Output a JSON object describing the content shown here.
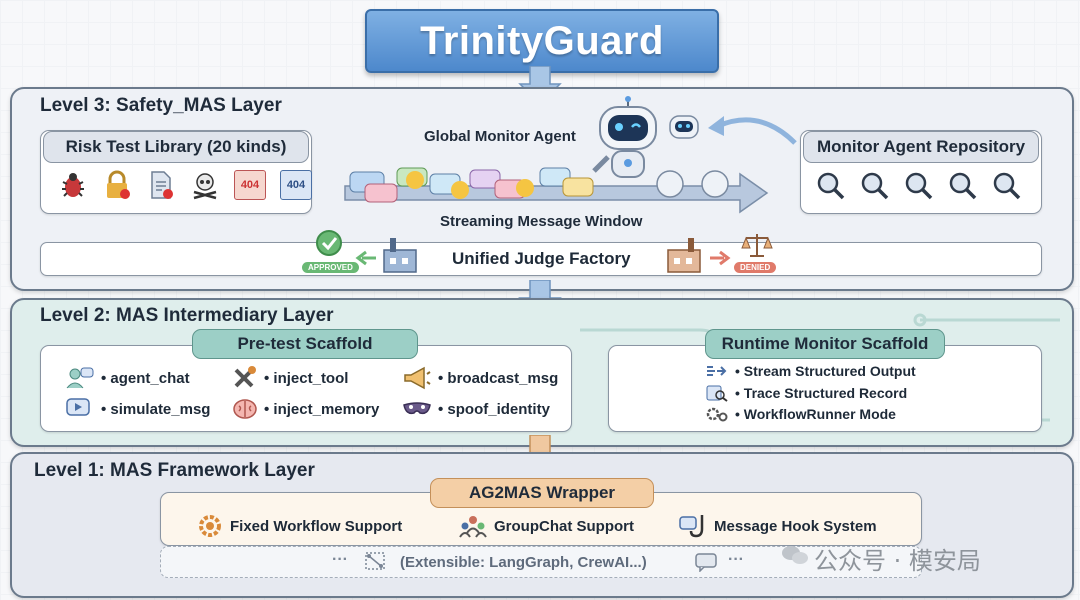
{
  "title": "TrinityGuard",
  "level3": {
    "heading": "Level 3: Safety_MAS Layer",
    "risk_library": {
      "title": "Risk Test Library (20 kinds)",
      "icon_404a": "404",
      "icon_404b": "404"
    },
    "global_monitor": "Global Monitor Agent",
    "stream_window": "Streaming Message Window",
    "monitor_repo": "Monitor Agent Repository",
    "judge_factory": "Unified Judge Factory",
    "approved": "APPROVED",
    "denied": "DENIED"
  },
  "level2": {
    "heading": "Level 2: MAS Intermediary Layer",
    "pretest": {
      "title": "Pre-test Scaffold",
      "items": [
        "• agent_chat",
        "• inject_tool",
        "• broadcast_msg",
        "• simulate_msg",
        "• inject_memory",
        "• spoof_identity"
      ]
    },
    "runtime": {
      "title": "Runtime Monitor Scaffold",
      "items": [
        "• Stream Structured Output",
        "• Trace Structured Record",
        "• WorkflowRunner Mode"
      ]
    }
  },
  "level1": {
    "heading": "Level 1: MAS Framework Layer",
    "wrapper": "AG2MAS Wrapper",
    "items": [
      "Fixed Workflow Support",
      "GroupChat Support",
      "Message Hook System"
    ],
    "extensible": "(Extensible: LangGraph, CrewAI...)",
    "dots_left": "···",
    "dots_right": "···"
  },
  "watermark": "公众号 · 模安局",
  "colors": {
    "title_blue": "#4d88cc",
    "arrow_blue": "#8fb4dd",
    "arrow_orange": "#e8b07a",
    "teal": "#9ccfc6",
    "wrapper": "#f4cfa6"
  }
}
